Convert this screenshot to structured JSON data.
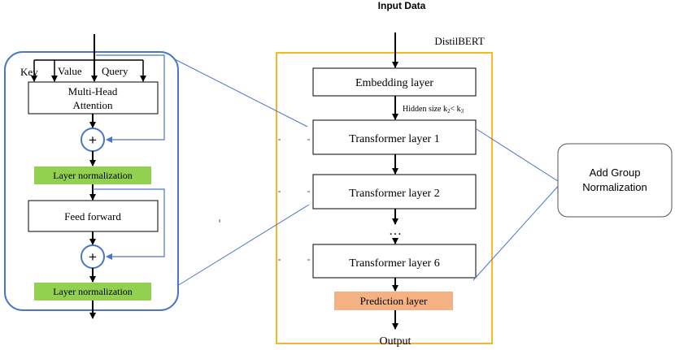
{
  "header": {
    "input_label": "Input Data"
  },
  "distilbert": {
    "title": "DistilBERT",
    "embedding": "Embedding layer",
    "hidden_size_prefix": "Hidden size k",
    "hidden_size_sub1": "2",
    "hidden_size_mid": "< k",
    "hidden_size_sub2": "3",
    "layers": [
      "Transformer layer 1",
      "Transformer layer  2",
      "Transformer layer  6"
    ],
    "ellipsis": "…",
    "prediction": "Prediction layer",
    "output": "Output"
  },
  "encoder_block": {
    "inputs": [
      "Key",
      "Value",
      "Query"
    ],
    "attention_line1": "Multi-Head",
    "attention_line2": "Attention",
    "plus_symbol": "+",
    "layer_norm": "Layer normalization",
    "feed_forward": "Feed forward"
  },
  "callout": {
    "line1": "Add Group",
    "line2": "Normalization"
  },
  "colors": {
    "distilbert_border": "#f5b928",
    "encoder_border": "#4a76c4",
    "plus_circle": "#4a76c4",
    "layer_norm_fill": "#92d050",
    "prediction_fill": "#f4b183",
    "connector_line": "#4a76c4"
  }
}
